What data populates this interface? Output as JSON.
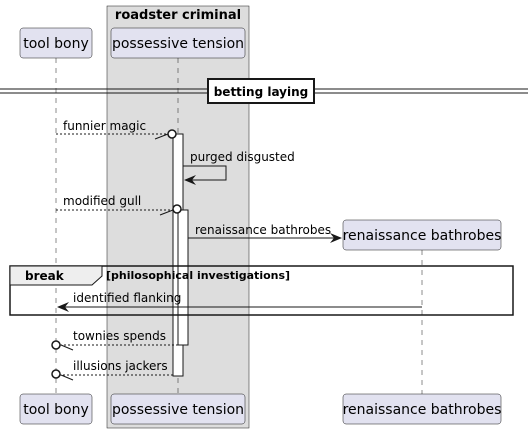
{
  "box": {
    "title": "roadster criminal"
  },
  "participants": {
    "tool_bony": "tool bony",
    "possessive_tension": "possessive tension",
    "renaissance_bathrobes": "renaissance bathrobes"
  },
  "divider": {
    "label": "betting laying"
  },
  "messages": {
    "m1": "funnier magic",
    "m2": "purged disgusted",
    "m3": "modified gull",
    "m4": "renaissance bathrobes",
    "m5": "identified flanking",
    "m6": "townies spends",
    "m7": "illusions jackers"
  },
  "fragment": {
    "keyword": "break",
    "condition": "[philosophical investigations]"
  },
  "colors": {
    "participant_fill": "#E2E2F0",
    "participant_stroke": "#181818",
    "box_fill": "#DDDDDD",
    "line": "#181818"
  }
}
